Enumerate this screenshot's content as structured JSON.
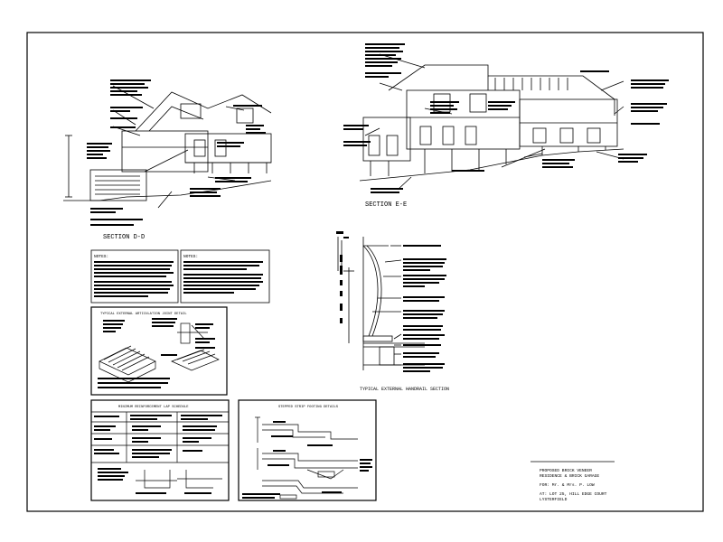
{
  "drawing": {
    "section_dd_label": "SECTION D-D",
    "section_ee_label": "SECTION E-E",
    "handrail_label": "TYPICAL EXTERNAL HANDRAIL SECTION",
    "articulation_title": "TYPICAL EXTERNAL ARTICULATION JOINT DETAIL",
    "lap_schedule_title": "MINIMUM REINFORCEMENT LAP SCHEDULE",
    "stepped_footing_title": "STEPPED STRIP FOOTING DETAILS",
    "notes_left_heading": "NOTES:",
    "notes_right_heading": "NOTES:",
    "title_block": {
      "line1": "PROPOSED BRICK VENEER",
      "line2": "RESIDENCE & BRICK GARAGE",
      "line3": "FOR: Mr. & Mrs. P. LOW",
      "line4": "AT: LOT 25, HILL EDGE COURT",
      "line5": "LYSTERFIELD"
    }
  }
}
